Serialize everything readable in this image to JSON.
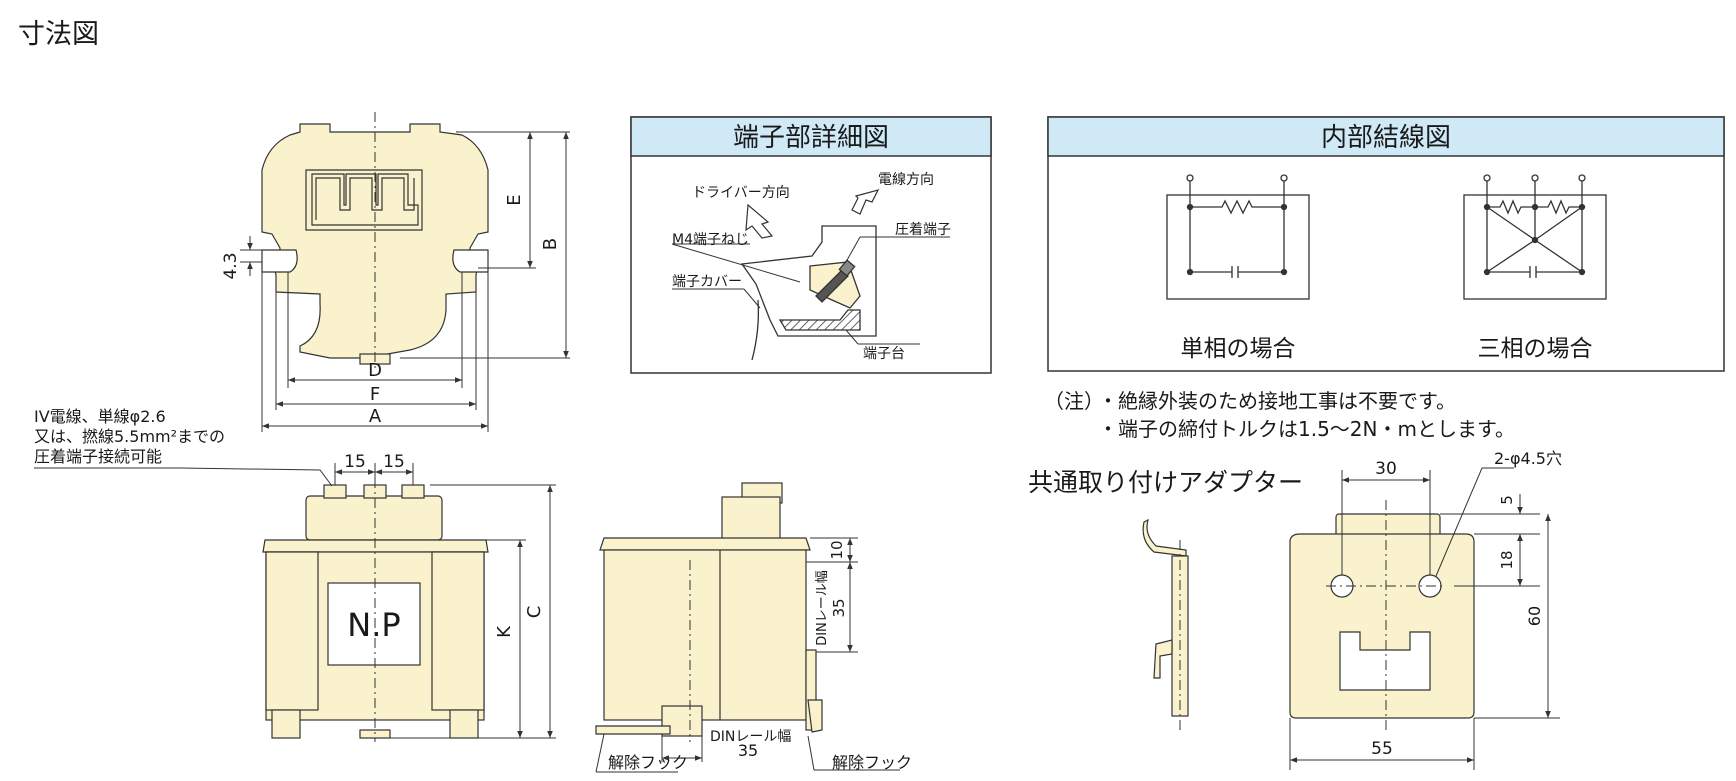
{
  "page": {
    "title": "寸法図"
  },
  "front_view": {
    "labels": {
      "e": "E",
      "b": "B",
      "h43": "4.3",
      "d": "D",
      "f": "F",
      "a": "A"
    }
  },
  "terminal_detail": {
    "title": "端子部詳細図",
    "labels": {
      "driver": "ドライバー方向",
      "wire": "電線方向",
      "screw": "M4端子ねじ",
      "crimp": "圧着端子",
      "cover": "端子カバー",
      "base": "端子台"
    }
  },
  "internal_wiring": {
    "title": "内部結線図",
    "single": "単相の場合",
    "three": "三相の場合"
  },
  "notes": {
    "prefix": "（注）",
    "line1": "・絶縁外装のため接地工事は不要です。",
    "line2": "・端子の締付トルクは1.5〜2N・mとします。"
  },
  "wire_note": {
    "line1": "IV電線、単線φ2.6",
    "line2": "又は、撚線5.5mm²までの",
    "line3": "圧着端子接続可能"
  },
  "bottom_view": {
    "labels": {
      "d15a": "15",
      "d15b": "15",
      "np": "N.P",
      "k": "K",
      "c": "C"
    }
  },
  "side_view": {
    "labels": {
      "d10": "10",
      "d35v": "35",
      "din_v": "DINレール幅",
      "din_h": "DINレール幅",
      "d35h": "35",
      "release1": "解除フック",
      "release2": "解除フック"
    }
  },
  "adapter": {
    "title": "共通取り付けアダプター",
    "labels": {
      "d30": "30",
      "holes": "2-φ4.5穴",
      "d5": "5",
      "d18": "18",
      "d60": "60",
      "d55": "55"
    }
  },
  "colors": {
    "body": "#faf2cc",
    "outline": "#333333",
    "header": "#cfe9f7"
  }
}
